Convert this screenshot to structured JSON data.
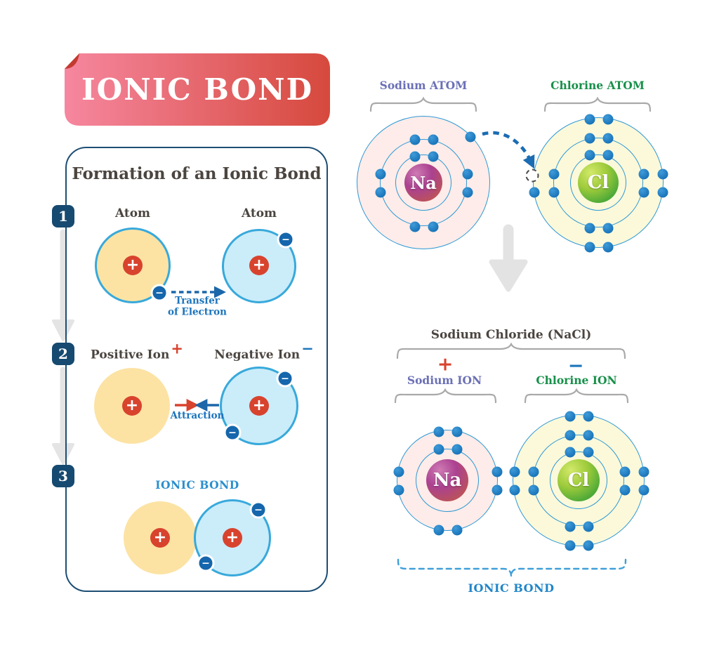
{
  "title": "IONIC BOND",
  "panel": {
    "heading": "Formation of an Ionic Bond",
    "steps": [
      {
        "number": "1",
        "left_label": "Atom",
        "right_label": "Atom",
        "transfer_line1": "Transfer",
        "transfer_line2": "of Electron"
      },
      {
        "number": "2",
        "left_label": "Positive Ion",
        "left_sign": "+",
        "right_label": "Negative Ion",
        "right_sign": "−",
        "arrow_label": "Attraction"
      },
      {
        "number": "3",
        "bond_label": "IONIC BOND"
      }
    ]
  },
  "right": {
    "sodium_atom": {
      "label": "Sodium ATOM",
      "symbol": "Na",
      "shells": [
        2,
        8,
        1
      ]
    },
    "chlorine_atom": {
      "label": "Chlorine ATOM",
      "symbol": "Cl",
      "shells": [
        2,
        8,
        7
      ]
    },
    "compound_label": "Sodium Chloride (NaCl)",
    "sodium_ion": {
      "label": "Sodium ION",
      "sign": "+",
      "symbol": "Na",
      "shells": [
        2,
        8
      ]
    },
    "chlorine_ion": {
      "label": "Chlorine ION",
      "sign": "−",
      "symbol": "Cl",
      "shells": [
        2,
        8,
        8
      ]
    },
    "bond_label": "IONIC BOND"
  },
  "signs": {
    "plus": "+",
    "minus": "−"
  },
  "colors": {
    "banner_gradient_start": "#f6879f",
    "banner_gradient_end": "#d6493d",
    "banner_fold": "#c33b30",
    "panel_border": "#1d4e74",
    "badge_navy": "#164a70",
    "label_dark": "#4b4540",
    "label_blue": "#1b74bc",
    "label_periwinkle": "#6b70b6",
    "label_green": "#17904a",
    "plus_red": "#d8432e",
    "minus_blue": "#1566ac",
    "electron_blue": "#1873b8",
    "shell_stroke": "#2f98d5",
    "yellow_atom": "#fce3a4",
    "blue_atom": "#cbecf9",
    "sodium_bg": "#fdece9",
    "chlorine_bg": "#fbf9da",
    "gray_arrow": "#e3e3e3",
    "brace_gray": "#a9a9a9",
    "dashed_bracket_blue": "#3f9fd9"
  }
}
